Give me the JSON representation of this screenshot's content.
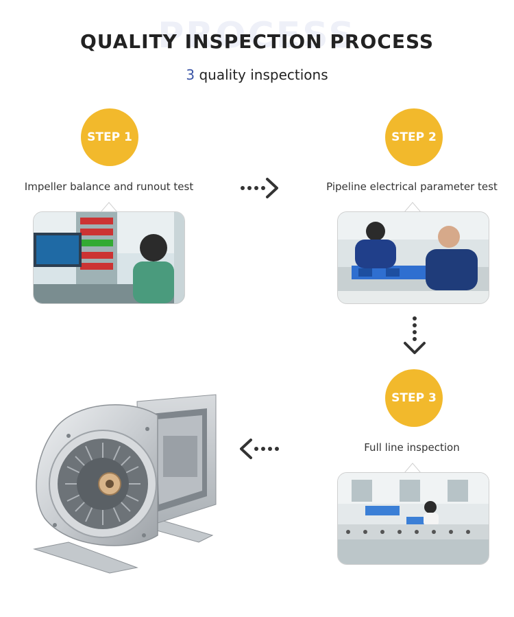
{
  "header": {
    "watermark": "PROCESS",
    "title": "QUALITY INSPECTION PROCESS",
    "subtitle_number": "3",
    "subtitle_text": " quality inspections"
  },
  "steps": [
    {
      "label": "STEP 1",
      "caption": "Impeller balance and runout test",
      "photo_icon": "balance-test-photo"
    },
    {
      "label": "STEP 2",
      "caption": "Pipeline electrical parameter test",
      "photo_icon": "electrical-test-photo"
    },
    {
      "label": "STEP 3",
      "caption": "Full line inspection",
      "photo_icon": "full-line-photo"
    }
  ],
  "product": {
    "icon": "centrifugal-blower-fan"
  },
  "colors": {
    "accent": "#f2b92c",
    "number": "#3a54a6",
    "arrow": "#333333"
  }
}
